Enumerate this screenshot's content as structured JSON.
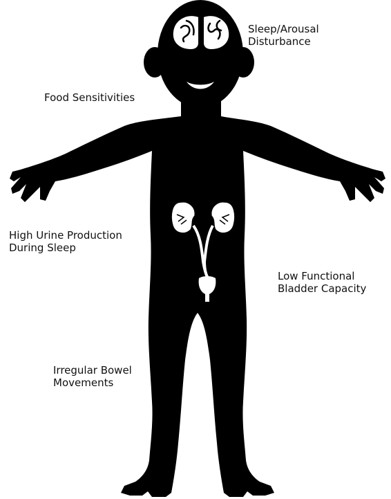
{
  "colors": {
    "silhouette": "#000000",
    "organs": "#ffffff",
    "text": "#111111",
    "background": "#ffffff"
  },
  "icons": [
    "child-silhouette",
    "brain-icon",
    "kidney-icon",
    "bladder-icon",
    "mouth-icon"
  ],
  "labels": {
    "sleep": {
      "line1": "Sleep/Arousal",
      "line2": "Disturbance"
    },
    "food": {
      "line1": "Food Sensitivities"
    },
    "urine": {
      "line1": "High Urine Production",
      "line2": "During Sleep"
    },
    "bladder": {
      "line1": "Low Functional",
      "line2": "Bladder Capacity"
    },
    "bowel": {
      "line1": "Irregular Bowel",
      "line2": "Movements"
    }
  }
}
